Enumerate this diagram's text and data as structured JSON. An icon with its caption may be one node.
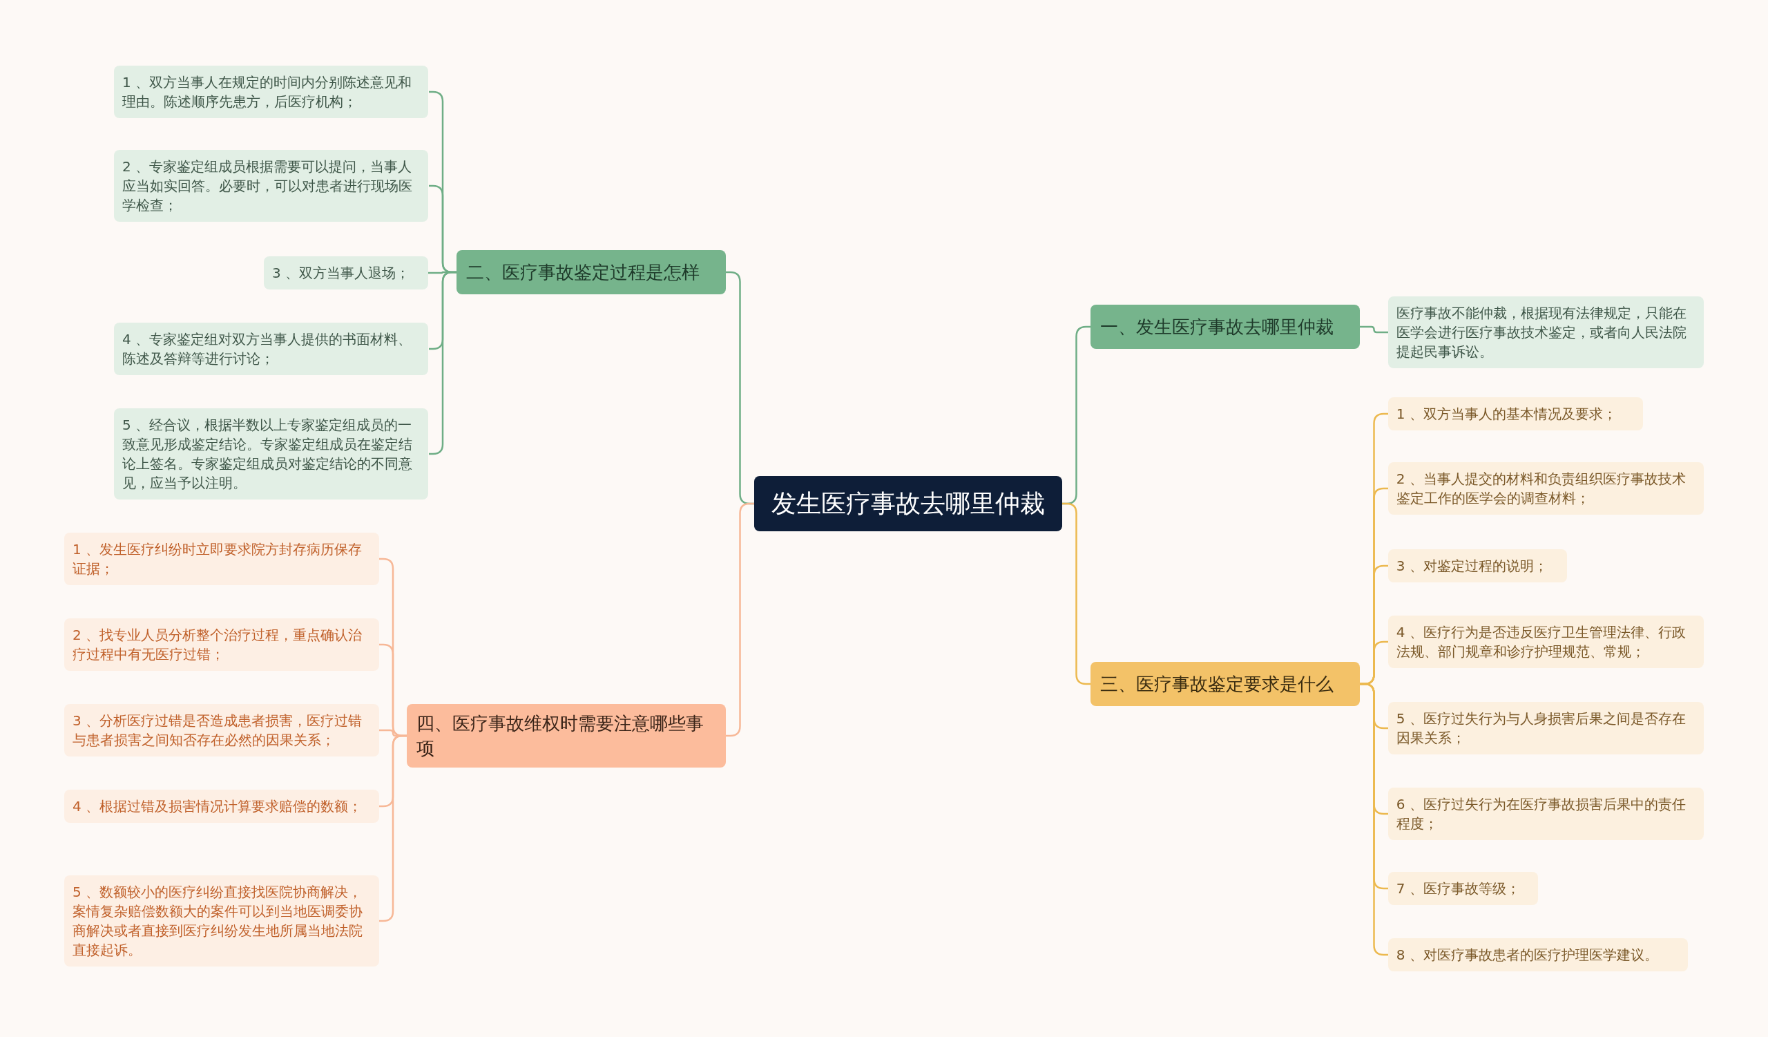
{
  "diagram": {
    "nodes": [
      {
        "text": [
          "发生医疗事故去哪里仲裁"
        ]
      },
      {
        "text": [
          "二、医疗事故鉴定过程是怎样"
        ]
      },
      {
        "text": [
          "1 、双方当事人在规定的时间内分别陈述意见和理由。陈述顺序先患方，后医疗机构；"
        ]
      },
      {
        "text": [
          "2 、专家鉴定组成员根据需要可以提问，当事人应当如实回答。必要时，可以对患者进行现场医学检查；"
        ]
      },
      {
        "text": [
          "3 、双方当事人退场；"
        ]
      },
      {
        "text": [
          "4 、专家鉴定组对双方当事人提供的书面材料、陈述及答辩等进行讨论；"
        ]
      },
      {
        "text": [
          "5 、经合议，根据半数以上专家鉴定组成员的一致意见形成鉴定结论。专家鉴定组成员在鉴定结论上签名。专家鉴定组成员对鉴定结论的不同意见，应当予以注明。"
        ]
      },
      {
        "text": [
          "四、医疗事故维权时需要注意哪些事项"
        ]
      },
      {
        "text": [
          "1 、发生医疗纠纷时立即要求院方封存病历保存证据；"
        ]
      },
      {
        "text": [
          "2 、找专业人员分析整个治疗过程，重点确认治疗过程中有无医疗过错；"
        ]
      },
      {
        "text": [
          "3 、分析医疗过错是否造成患者损害，医疗过错与患者损害之间知否存在必然的因果关系；"
        ]
      },
      {
        "text": [
          "4 、根据过错及损害情况计算要求赔偿的数额；"
        ]
      },
      {
        "text": [
          "5 、数额较小的医疗纠纷直接找医院协商解决，案情复杂赔偿数额大的案件可以到当地医调委协商解决或者直接到医疗纠纷发生地所属当地法院直接起诉。"
        ]
      },
      {
        "text": [
          "一、发生医疗事故去哪里仲裁"
        ]
      },
      {
        "text": [
          "医疗事故不能仲裁，根据现有法律规定，只能在医学会进行医疗事故技术鉴定，或者向人民法院提起民事诉讼。"
        ]
      },
      {
        "text": [
          "三、医疗事故鉴定要求是什么"
        ]
      },
      {
        "text": [
          "1 、双方当事人的基本情况及要求；"
        ]
      },
      {
        "text": [
          "2 、当事人提交的材料和负责组织医疗事故技术鉴定工作的医学会的调查材料；"
        ]
      },
      {
        "text": [
          "3 、对鉴定过程的说明；"
        ]
      },
      {
        "text": [
          "4 、医疗行为是否违反医疗卫生管理法律、行政法规、部门规章和诊疗护理规范、常规；"
        ]
      },
      {
        "text": [
          "5 、医疗过失行为与人身损害后果之间是否存在因果关系；"
        ]
      },
      {
        "text": [
          "6 、医疗过失行为在医疗事故损害后果中的责任程度；"
        ]
      },
      {
        "text": [
          "7 、医疗事故等级；"
        ]
      },
      {
        "text": [
          "8 、对医疗事故患者的医疗护理医学建议。"
        ]
      }
    ],
    "edges": [
      {
        "from": 0,
        "to": 1,
        "arrow": "none",
        "color": "#6fae86"
      },
      {
        "from": 1,
        "to": 2,
        "arrow": "none",
        "color": "#6fae86"
      },
      {
        "from": 1,
        "to": 3,
        "arrow": "none",
        "color": "#6fae86"
      },
      {
        "from": 1,
        "to": 4,
        "arrow": "none",
        "color": "#6fae86"
      },
      {
        "from": 1,
        "to": 5,
        "arrow": "none",
        "color": "#6fae86"
      },
      {
        "from": 1,
        "to": 6,
        "arrow": "none",
        "color": "#6fae86"
      },
      {
        "from": 0,
        "to": 7,
        "arrow": "none",
        "color": "#f7b897"
      },
      {
        "from": 7,
        "to": 8,
        "arrow": "none",
        "color": "#f7b897"
      },
      {
        "from": 7,
        "to": 9,
        "arrow": "none",
        "color": "#f7b897"
      },
      {
        "from": 7,
        "to": 10,
        "arrow": "none",
        "color": "#f7b897"
      },
      {
        "from": 7,
        "to": 11,
        "arrow": "none",
        "color": "#f7b897"
      },
      {
        "from": 7,
        "to": 12,
        "arrow": "none",
        "color": "#f7b897"
      },
      {
        "from": 0,
        "to": 13,
        "arrow": "none",
        "color": "#6fae86"
      },
      {
        "from": 13,
        "to": 14,
        "arrow": "none",
        "color": "#6fae86"
      },
      {
        "from": 0,
        "to": 15,
        "arrow": "none",
        "color": "#ecb94f"
      },
      {
        "from": 15,
        "to": 16,
        "arrow": "none",
        "color": "#ecb94f"
      },
      {
        "from": 15,
        "to": 17,
        "arrow": "none",
        "color": "#ecb94f"
      },
      {
        "from": 15,
        "to": 18,
        "arrow": "none",
        "color": "#ecb94f"
      },
      {
        "from": 15,
        "to": 19,
        "arrow": "none",
        "color": "#ecb94f"
      },
      {
        "from": 15,
        "to": 20,
        "arrow": "none",
        "color": "#ecb94f"
      },
      {
        "from": 15,
        "to": 21,
        "arrow": "none",
        "color": "#ecb94f"
      },
      {
        "from": 15,
        "to": 22,
        "arrow": "none",
        "color": "#ecb94f"
      },
      {
        "from": 15,
        "to": 23,
        "arrow": "none",
        "color": "#ecb94f"
      }
    ]
  }
}
